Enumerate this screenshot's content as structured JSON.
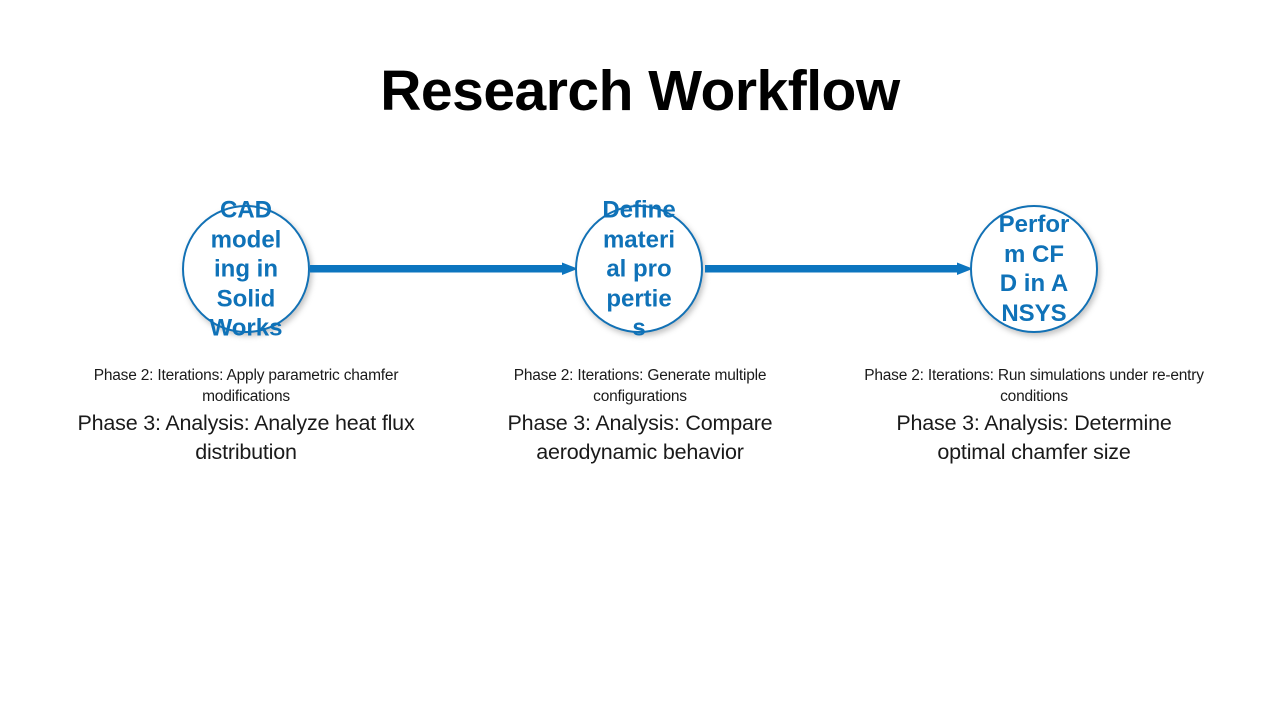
{
  "slide": {
    "title": "Research Workflow",
    "background_color": "#FFFFFF",
    "accent_color": "#1271B5",
    "arrow_color": "#0C75BF",
    "node_text_color": "#0F72B8",
    "caption_text_color": "#1A1A1A"
  },
  "flow": {
    "nodes": [
      {
        "id": "node-1",
        "label": "CAD modeling in SolidWorks",
        "shape": "circle"
      },
      {
        "id": "node-2",
        "label": "Define material properties",
        "shape": "circle"
      },
      {
        "id": "node-3",
        "label": "Perform CFD in ANSYS",
        "shape": "circle"
      }
    ],
    "connectors": [
      {
        "id": "arrow-1",
        "from": "node-1",
        "to": "node-2",
        "style": "solid-arrow"
      },
      {
        "id": "arrow-2",
        "from": "node-2",
        "to": "node-3",
        "style": "solid-arrow"
      }
    ]
  },
  "captions": [
    {
      "phase2": "Phase 2: Iterations: Apply parametric chamfer modifications",
      "phase3": "Phase 3: Analysis: Analyze heat flux distribution"
    },
    {
      "phase2": "Phase 2: Iterations: Generate multiple configurations",
      "phase3": "Phase 3: Analysis: Compare aerodynamic behavior"
    },
    {
      "phase2": "Phase 2: Iterations: Run simulations under re-entry conditions",
      "phase3": "Phase 3: Analysis: Determine optimal chamfer size"
    }
  ]
}
